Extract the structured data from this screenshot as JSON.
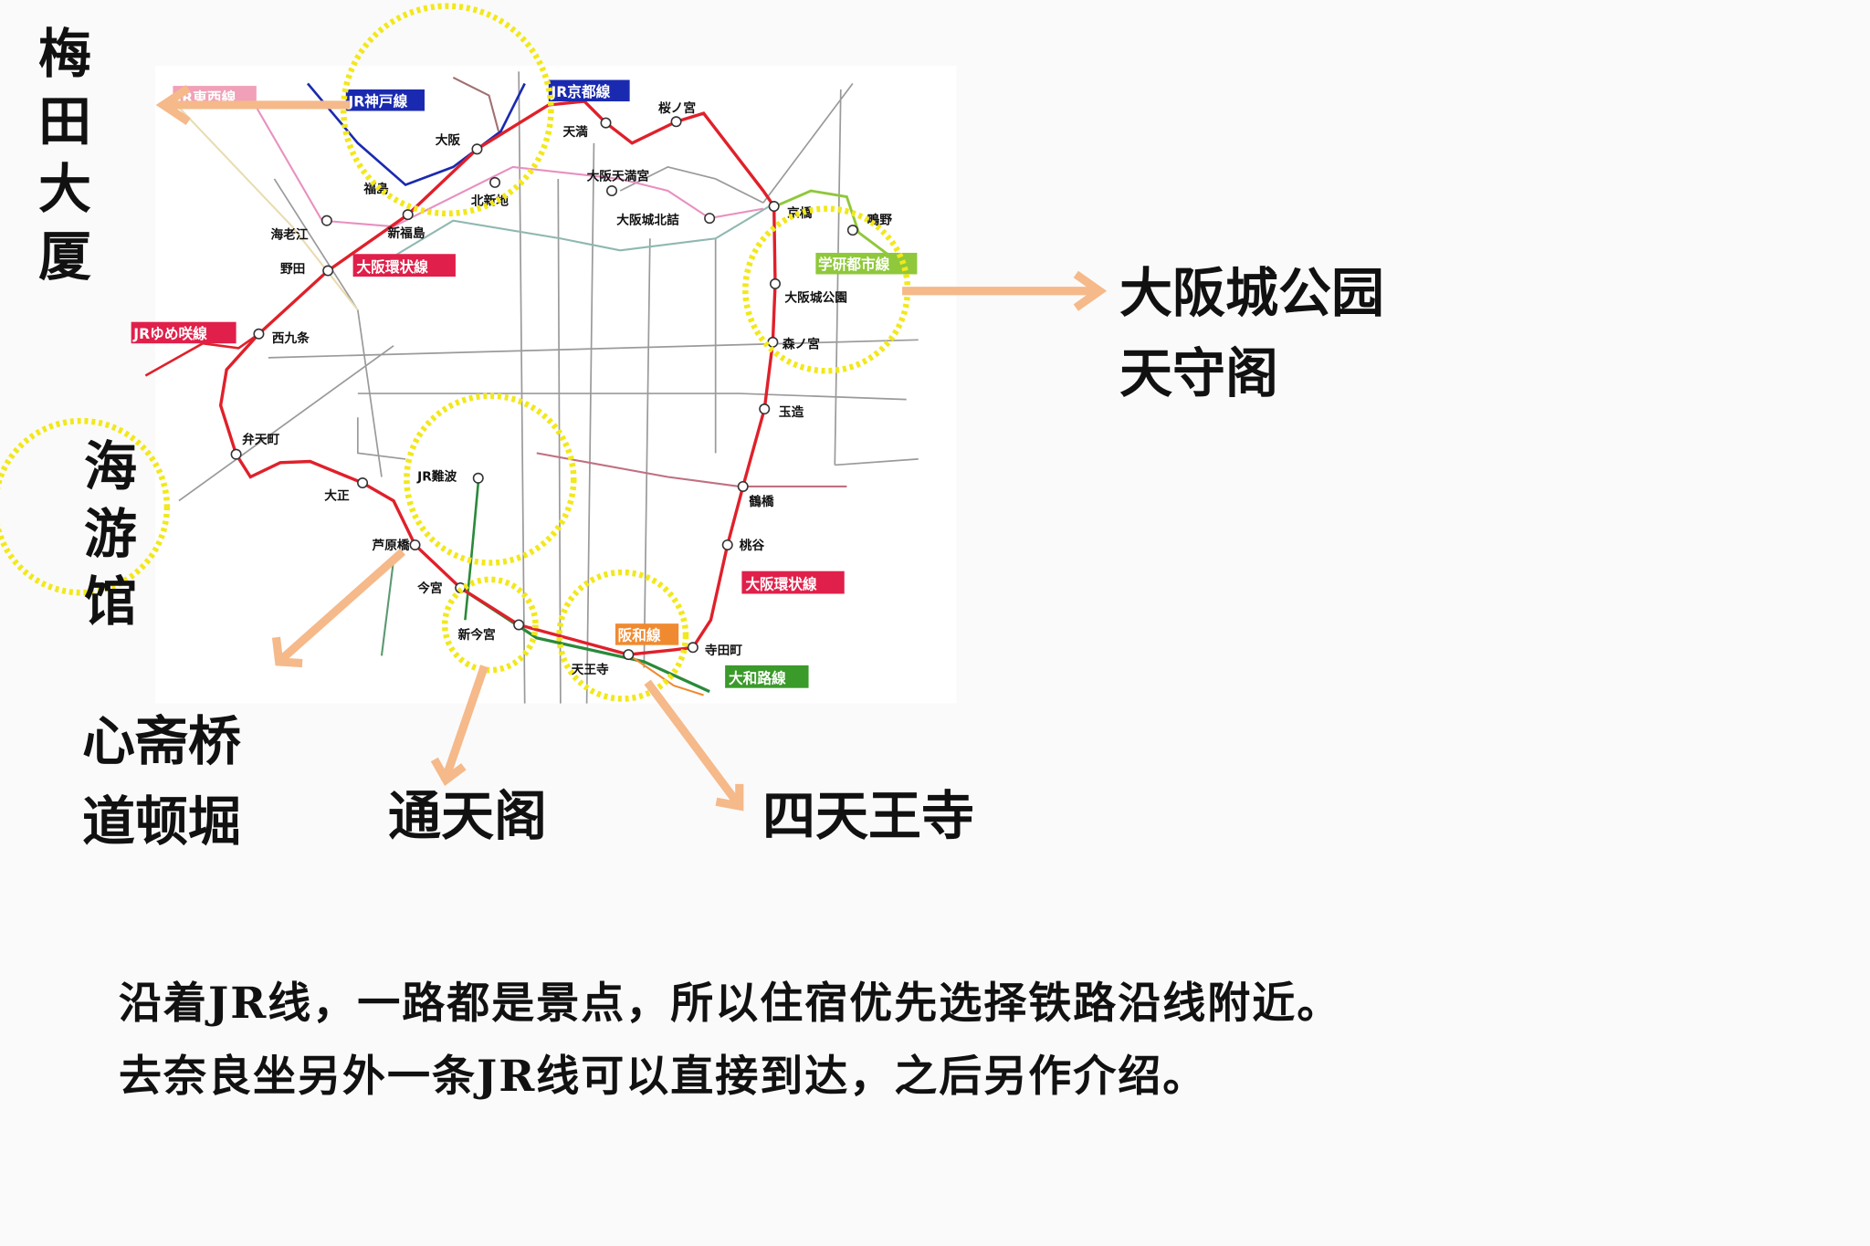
{
  "landmarks": {
    "umeda": "梅田大厦",
    "osaka_castle_park": "大阪城公园",
    "tenshukaku": "天守阁",
    "aquarium": "海游馆",
    "shinsaibashi": "心斋桥",
    "dotonbori": "道顿堀",
    "tsutenkaku": "通天阁",
    "shitennoji": "四天王寺"
  },
  "lines": {
    "tozai": "JR東西線",
    "kobe": "JR神戸線",
    "kyoto": "JR京都線",
    "loop1": "大阪環状線",
    "yumesaki": "JRゆめ咲線",
    "gakkentoshi": "学研都市線",
    "loop2": "大阪環状線",
    "hanwa": "阪和線",
    "yamatoji": "大和路線"
  },
  "stations": {
    "osaka": "大阪",
    "temma": "天満",
    "sakuranomiya": "桜ノ宮",
    "fukushima": "福島",
    "kitashinchi": "北新地",
    "shinfukushima": "新福島",
    "ebie": "海老江",
    "noda": "野田",
    "nishikujo": "西九条",
    "bentencho": "弁天町",
    "taisho": "大正",
    "jrnamba": "JR難波",
    "ashiharabashi": "芦原橋",
    "imamiya": "今宮",
    "shinimamiya": "新今宮",
    "tennoji": "天王寺",
    "teradacho": "寺田町",
    "momodani": "桃谷",
    "tsuruhashi": "鶴橋",
    "tamatsukuri": "玉造",
    "morinomiya": "森ノ宮",
    "osakajokoen": "大阪城公園",
    "kyobashi": "京橋",
    "shigino": "鴫野",
    "osakatenmangu": "大阪天満宮",
    "osakajokitazume": "大阪城北詰"
  },
  "caption": {
    "line1": "沿着JR线，一路都是景点，所以住宿优先选择铁路沿线附近。",
    "line2": "去奈良坐另外一条JR线可以直接到达，之后另作介绍。"
  },
  "colors": {
    "loop": "#e0202a",
    "highlight": "#f2e81a",
    "arrow": "#f5b98a"
  }
}
